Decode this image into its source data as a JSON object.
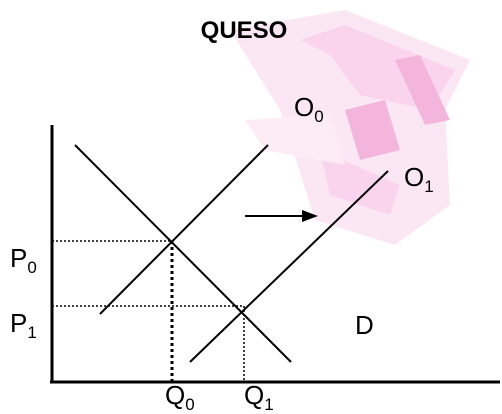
{
  "title": "QUESO",
  "labels": {
    "supply_initial": {
      "main": "O",
      "sub": "0"
    },
    "supply_shifted": {
      "main": "O",
      "sub": "1"
    },
    "demand": "D",
    "price_initial": {
      "main": "P",
      "sub": "0"
    },
    "price_new": {
      "main": "P",
      "sub": "1"
    },
    "quantity_initial": {
      "main": "Q",
      "sub": "0"
    },
    "quantity_new": {
      "main": "Q",
      "sub": "1"
    }
  },
  "colors": {
    "ink": "#000000",
    "watermark": "#f6c6e6"
  },
  "icons": {
    "shift_arrow": "arrow-right-icon",
    "watermark": "er-logo-watermark"
  }
}
